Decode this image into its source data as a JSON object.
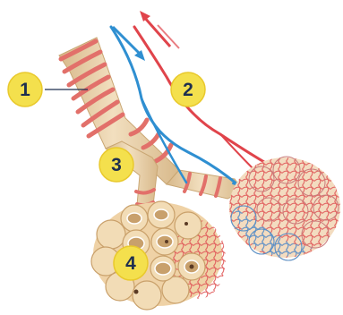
{
  "diagram": {
    "labels": [
      {
        "id": "label-1",
        "text": "1"
      },
      {
        "id": "label-2",
        "text": "2"
      },
      {
        "id": "label-3",
        "text": "3"
      },
      {
        "id": "label-4",
        "text": "4"
      }
    ],
    "colors": {
      "badge_fill": "#f4e04d",
      "badge_stroke": "#e9c92c",
      "airway": "#ecd3ad",
      "airway_shade": "#d8b98b",
      "cartilage_ring": "#e2706a",
      "artery": "#e0444b",
      "vein": "#2f8fd1",
      "alveolus": "#f0d6ae",
      "capillary_red": "#e05a5a",
      "capillary_blue": "#5aa0d6"
    },
    "icons": {
      "oxygen_poor_flow": "arrow-down-right-blue",
      "oxygen_rich_flow": "arrow-up-left-red"
    }
  }
}
